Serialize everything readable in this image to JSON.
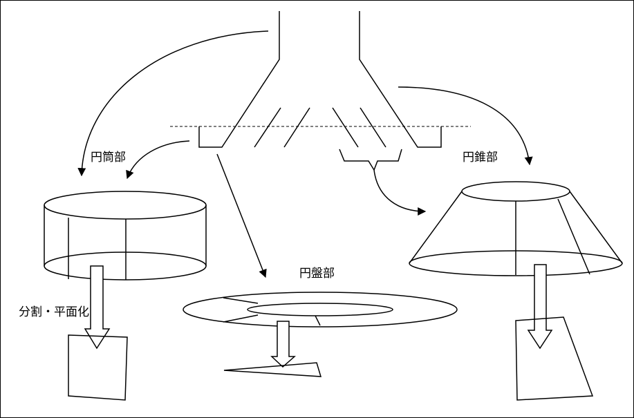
{
  "labels": {
    "cylinder": "円筒部",
    "cone": "円錐部",
    "disc": "円盤部",
    "flatten": "分割・平面化"
  },
  "colors": {
    "stroke": "#000000",
    "background": "#ffffff"
  }
}
